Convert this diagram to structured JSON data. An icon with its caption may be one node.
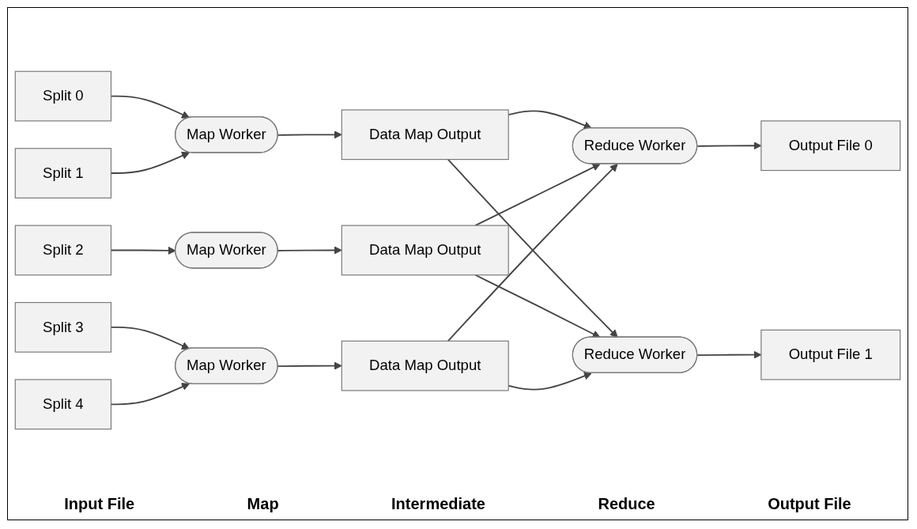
{
  "diagram": {
    "nodes": [
      {
        "text": [
          "Split 0"
        ]
      },
      {
        "text": [
          "Split 1"
        ]
      },
      {
        "text": [
          "Split 2"
        ]
      },
      {
        "text": [
          "Split 3"
        ]
      },
      {
        "text": [
          "Split 4"
        ]
      },
      {
        "text": [
          "Map Worker"
        ]
      },
      {
        "text": [
          "Map Worker"
        ]
      },
      {
        "text": [
          "Map Worker"
        ]
      },
      {
        "text": [
          "Data Map Output"
        ]
      },
      {
        "text": [
          "Data Map Output"
        ]
      },
      {
        "text": [
          "Data Map Output"
        ]
      },
      {
        "text": [
          "Reduce Worker"
        ]
      },
      {
        "text": [
          "Reduce Worker"
        ]
      },
      {
        "text": [
          "Output File 0"
        ]
      },
      {
        "text": [
          "Output File 1"
        ]
      }
    ],
    "edges": [
      {
        "from": 0,
        "to": 5,
        "arrow": "to"
      },
      {
        "from": 1,
        "to": 5,
        "arrow": "to"
      },
      {
        "from": 2,
        "to": 6,
        "arrow": "to"
      },
      {
        "from": 3,
        "to": 7,
        "arrow": "to"
      },
      {
        "from": 4,
        "to": 7,
        "arrow": "to"
      },
      {
        "from": 5,
        "to": 8,
        "arrow": "to"
      },
      {
        "from": 6,
        "to": 9,
        "arrow": "to"
      },
      {
        "from": 7,
        "to": 10,
        "arrow": "to"
      },
      {
        "from": 8,
        "to": 11,
        "arrow": "to"
      },
      {
        "from": 8,
        "to": 12,
        "arrow": "to"
      },
      {
        "from": 9,
        "to": 11,
        "arrow": "to"
      },
      {
        "from": 9,
        "to": 12,
        "arrow": "to"
      },
      {
        "from": 10,
        "to": 11,
        "arrow": "to"
      },
      {
        "from": 10,
        "to": 12,
        "arrow": "to"
      },
      {
        "from": 11,
        "to": 13,
        "arrow": "to"
      },
      {
        "from": 12,
        "to": 14,
        "arrow": "to"
      }
    ],
    "labels": [
      "Input File",
      "Map",
      "Intermediate",
      "Reduce",
      "Output File"
    ]
  }
}
